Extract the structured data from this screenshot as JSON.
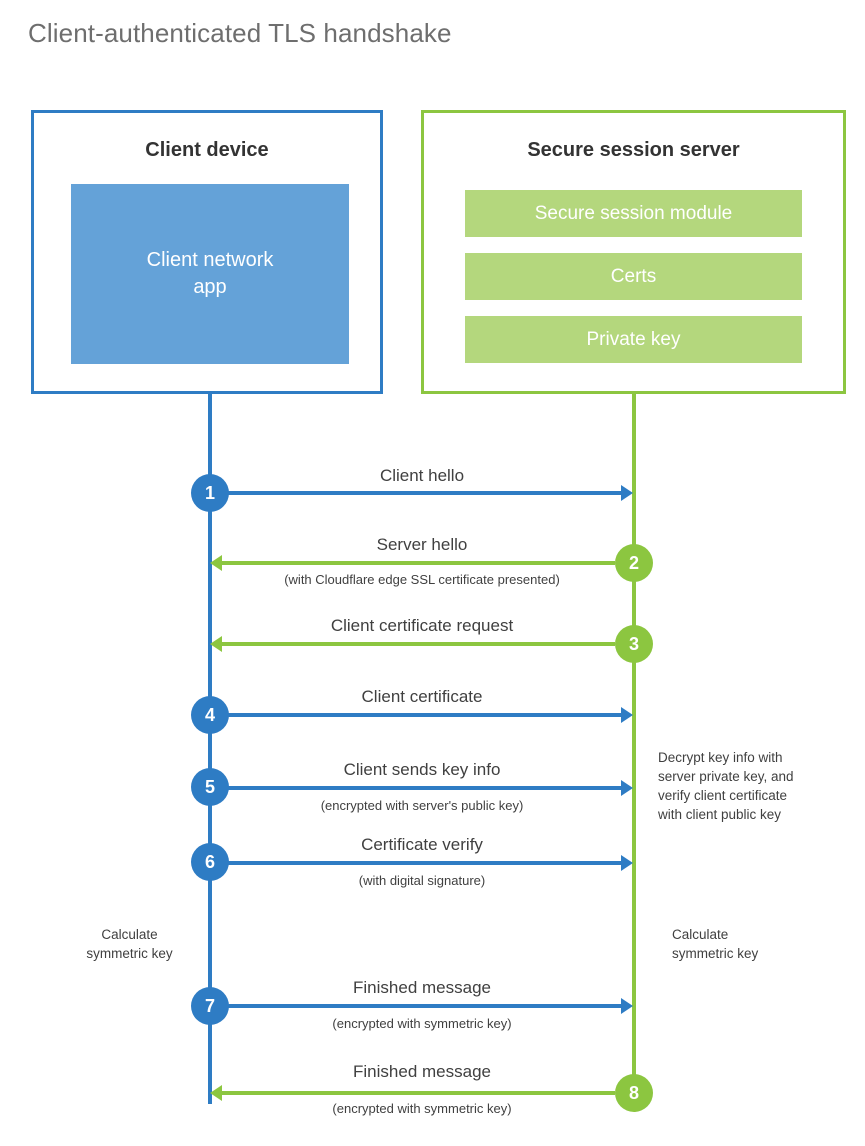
{
  "title": "Client-authenticated TLS handshake",
  "colors": {
    "blue": "#2e7cc4",
    "blue_fill": "#64a2d8",
    "green": "#8cc640",
    "green_fill": "#b4d77d",
    "text": "#404040",
    "title_text": "#6e6e6e"
  },
  "client": {
    "title": "Client device",
    "app_label": "Client network\napp",
    "app_label_line1": "Client network",
    "app_label_line2": "app"
  },
  "server": {
    "title": "Secure session server",
    "items": [
      {
        "label": "Secure session module"
      },
      {
        "label": "Certs"
      },
      {
        "label": "Private key"
      }
    ]
  },
  "steps": [
    {
      "number": "1",
      "label": "Client hello",
      "sublabel": "",
      "direction": "client-to-server",
      "color": "blue"
    },
    {
      "number": "2",
      "label": "Server hello",
      "sublabel": "(with Cloudflare edge SSL certificate presented)",
      "direction": "server-to-client",
      "color": "green"
    },
    {
      "number": "3",
      "label": "Client certificate request",
      "sublabel": "",
      "direction": "server-to-client",
      "color": "green"
    },
    {
      "number": "4",
      "label": "Client certificate",
      "sublabel": "",
      "direction": "client-to-server",
      "color": "blue"
    },
    {
      "number": "5",
      "label": "Client sends key info",
      "sublabel": "(encrypted with server's public key)",
      "direction": "client-to-server",
      "color": "blue"
    },
    {
      "number": "6",
      "label": "Certificate verify",
      "sublabel": "(with digital signature)",
      "direction": "client-to-server",
      "color": "blue"
    },
    {
      "number": "7",
      "label": "Finished message",
      "sublabel": "(encrypted with symmetric key)",
      "direction": "client-to-server",
      "color": "blue"
    },
    {
      "number": "8",
      "label": "Finished message",
      "sublabel": "(encrypted with symmetric key)",
      "direction": "server-to-client",
      "color": "green"
    }
  ],
  "notes": {
    "server_decrypt": "Decrypt key info with server private key, and verify client certificate with client public key",
    "server_decrypt_lines": [
      "Decrypt key info with",
      "server private key, and",
      "verify client certificate",
      "with client public key"
    ],
    "client_calculate_lines": [
      "Calculate",
      "symmetric key"
    ],
    "server_calculate_lines": [
      "Calculate",
      "symmetric key"
    ]
  }
}
